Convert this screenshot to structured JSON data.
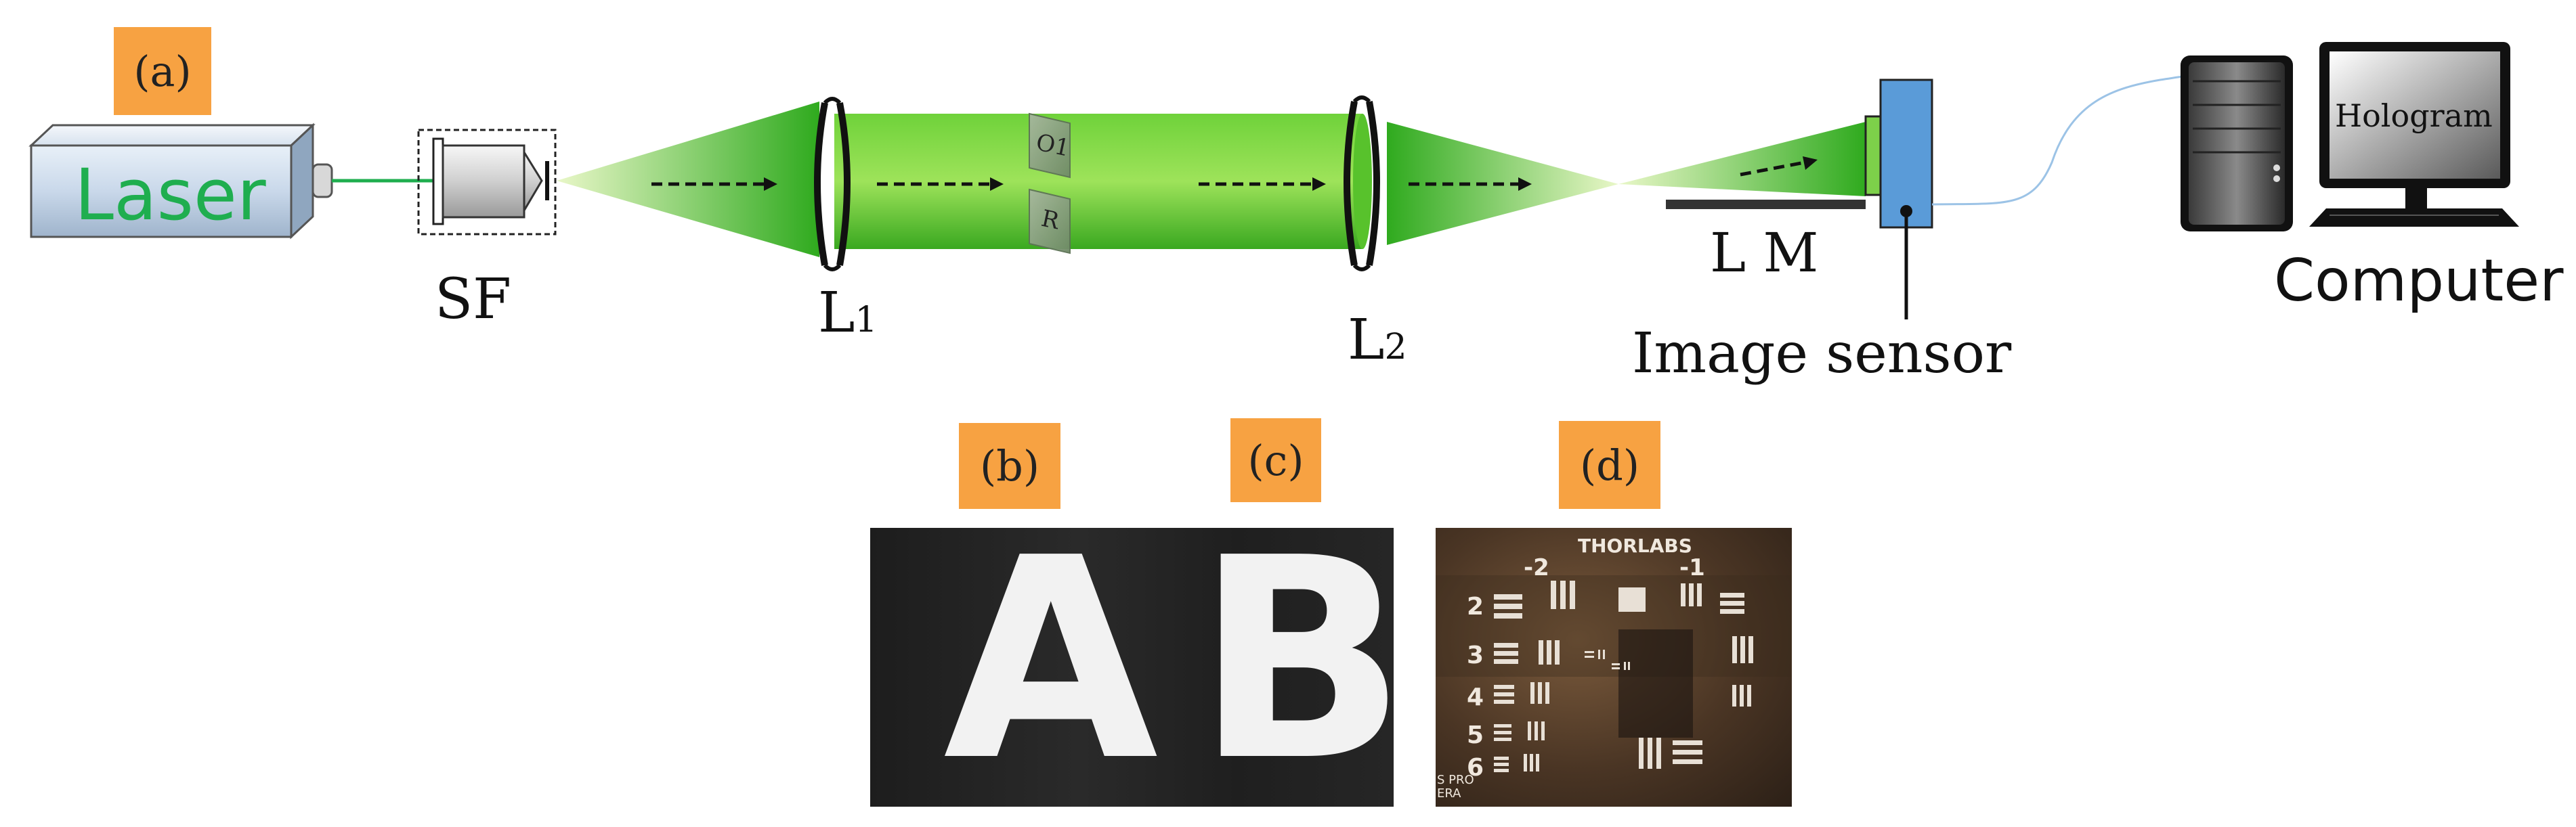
{
  "badges": {
    "a": "(a)",
    "b": "(b)",
    "c": "(c)",
    "d": "(d)"
  },
  "labels": {
    "laser": "Laser",
    "sf": "SF",
    "l1_main": "L",
    "l1_sub": "1",
    "l2_main": "L",
    "l2_sub": "2",
    "o1": "O1",
    "r": "R",
    "lm": "L M",
    "image_sensor": "Image sensor",
    "hologram": "Hologram",
    "computer": "Computer"
  },
  "photos": {
    "ab_letters": [
      "A",
      "B"
    ],
    "usaf_brand": "THORLABS",
    "usaf_group_labels": [
      "-2",
      "-1"
    ],
    "usaf_element_numbers": [
      "2",
      "3",
      "4",
      "5",
      "6"
    ],
    "usaf_corner_text": [
      "S PRO",
      "ERA"
    ]
  },
  "colors": {
    "badge": "#f7a242",
    "beam": "#3fbf2f",
    "laser_text": "#1fae4f",
    "sensor": "#5a9bd8"
  }
}
